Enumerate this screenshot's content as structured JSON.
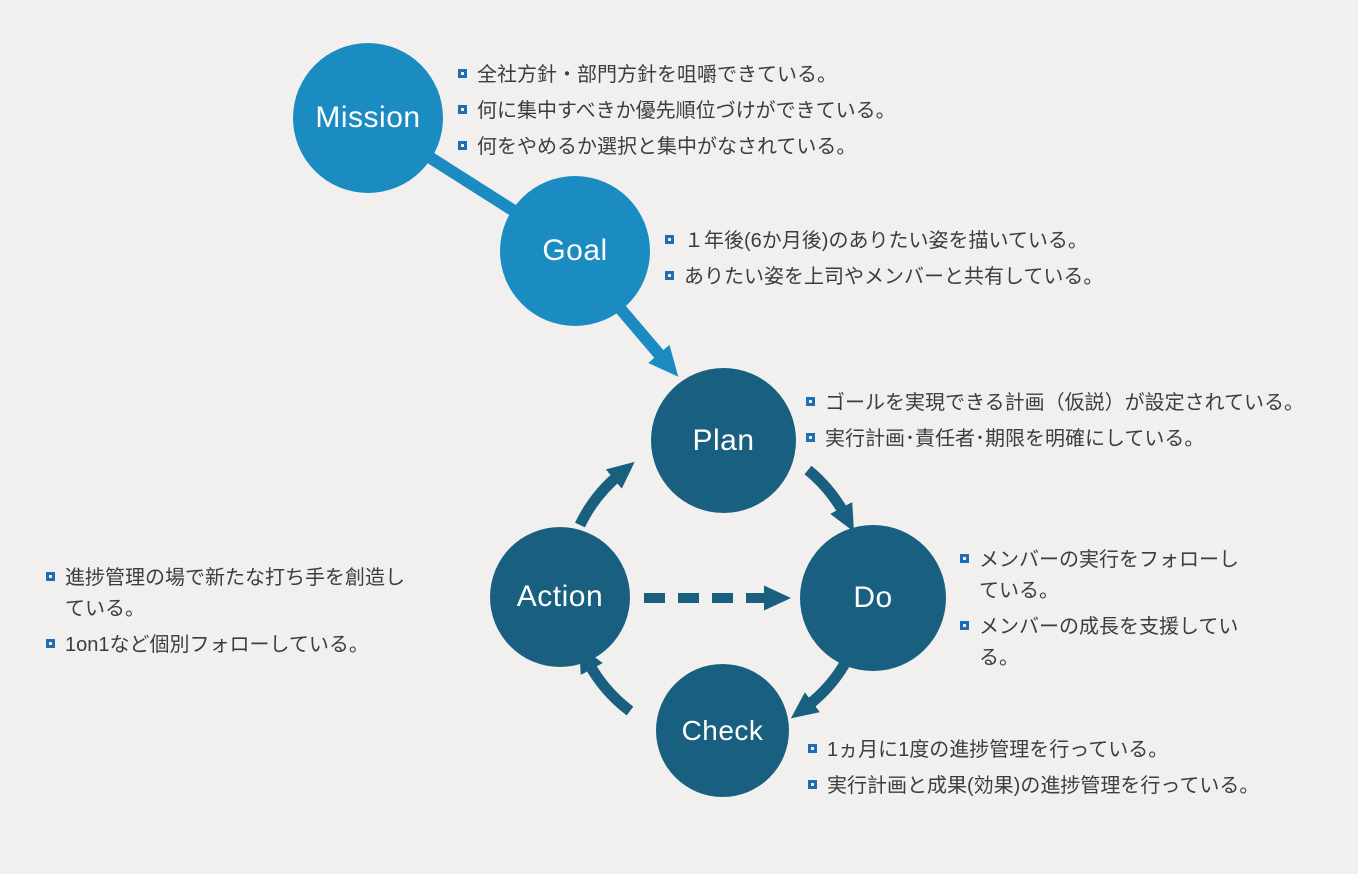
{
  "colors": {
    "bg": "#f1f0ee",
    "accent_light": "#1a8cc2",
    "accent_dark": "#185f80",
    "bullet_blue": "#1f6db3",
    "text_dark": "#3d3d3d"
  },
  "nodes": {
    "mission": {
      "label": "Mission"
    },
    "goal": {
      "label": "Goal"
    },
    "plan": {
      "label": "Plan"
    },
    "do": {
      "label": "Do"
    },
    "check": {
      "label": "Check"
    },
    "action": {
      "label": "Action"
    }
  },
  "notes": {
    "mission": {
      "items": [
        "全社方針・部門方針を咀嚼できている。",
        "何に集中すべきか優先順位づけができている。",
        "何をやめるか選択と集中がなされている。"
      ]
    },
    "goal": {
      "items": [
        "１年後(6か月後)のありたい姿を描いている。",
        "ありたい姿を上司やメンバーと共有している。"
      ]
    },
    "plan": {
      "items": [
        "ゴールを実現できる計画（仮説）が設定されている。",
        "実行計画･責任者･期限を明確にしている。"
      ]
    },
    "do": {
      "items": [
        "メンバーの実行をフォローしている。",
        "メンバーの成長を支援している。"
      ]
    },
    "check": {
      "items": [
        "1ヵ月に1度の進捗管理を行っている。",
        "実行計画と成果(効果)の進捗管理を行っている。"
      ]
    },
    "action": {
      "items": [
        "進捗管理の場で新たな打ち手を創造している。",
        "1on1など個別フォローしている。"
      ]
    }
  }
}
